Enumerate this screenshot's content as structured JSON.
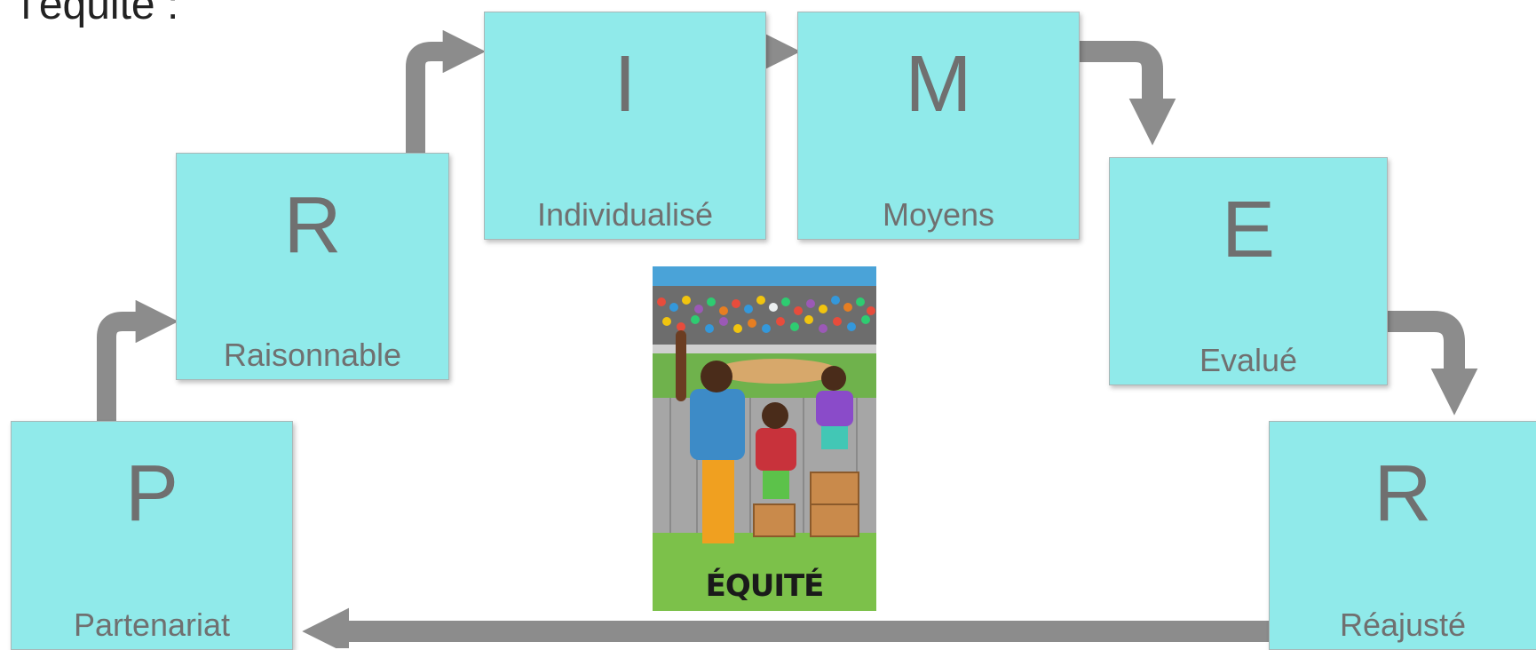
{
  "title": "l'équité :",
  "steps": [
    {
      "letter": "P",
      "label": "Partenariat"
    },
    {
      "letter": "R",
      "label": "Raisonnable"
    },
    {
      "letter": "I",
      "label": "Individualisé"
    },
    {
      "letter": "M",
      "label": "Moyens"
    },
    {
      "letter": "E",
      "label": "Evalué"
    },
    {
      "letter": "R",
      "label": "Réajusté"
    }
  ],
  "illustration": {
    "caption": "ÉQUITÉ"
  },
  "colors": {
    "box_fill": "#90eaea",
    "text": "#707070",
    "arrow": "#8c8c8c"
  }
}
